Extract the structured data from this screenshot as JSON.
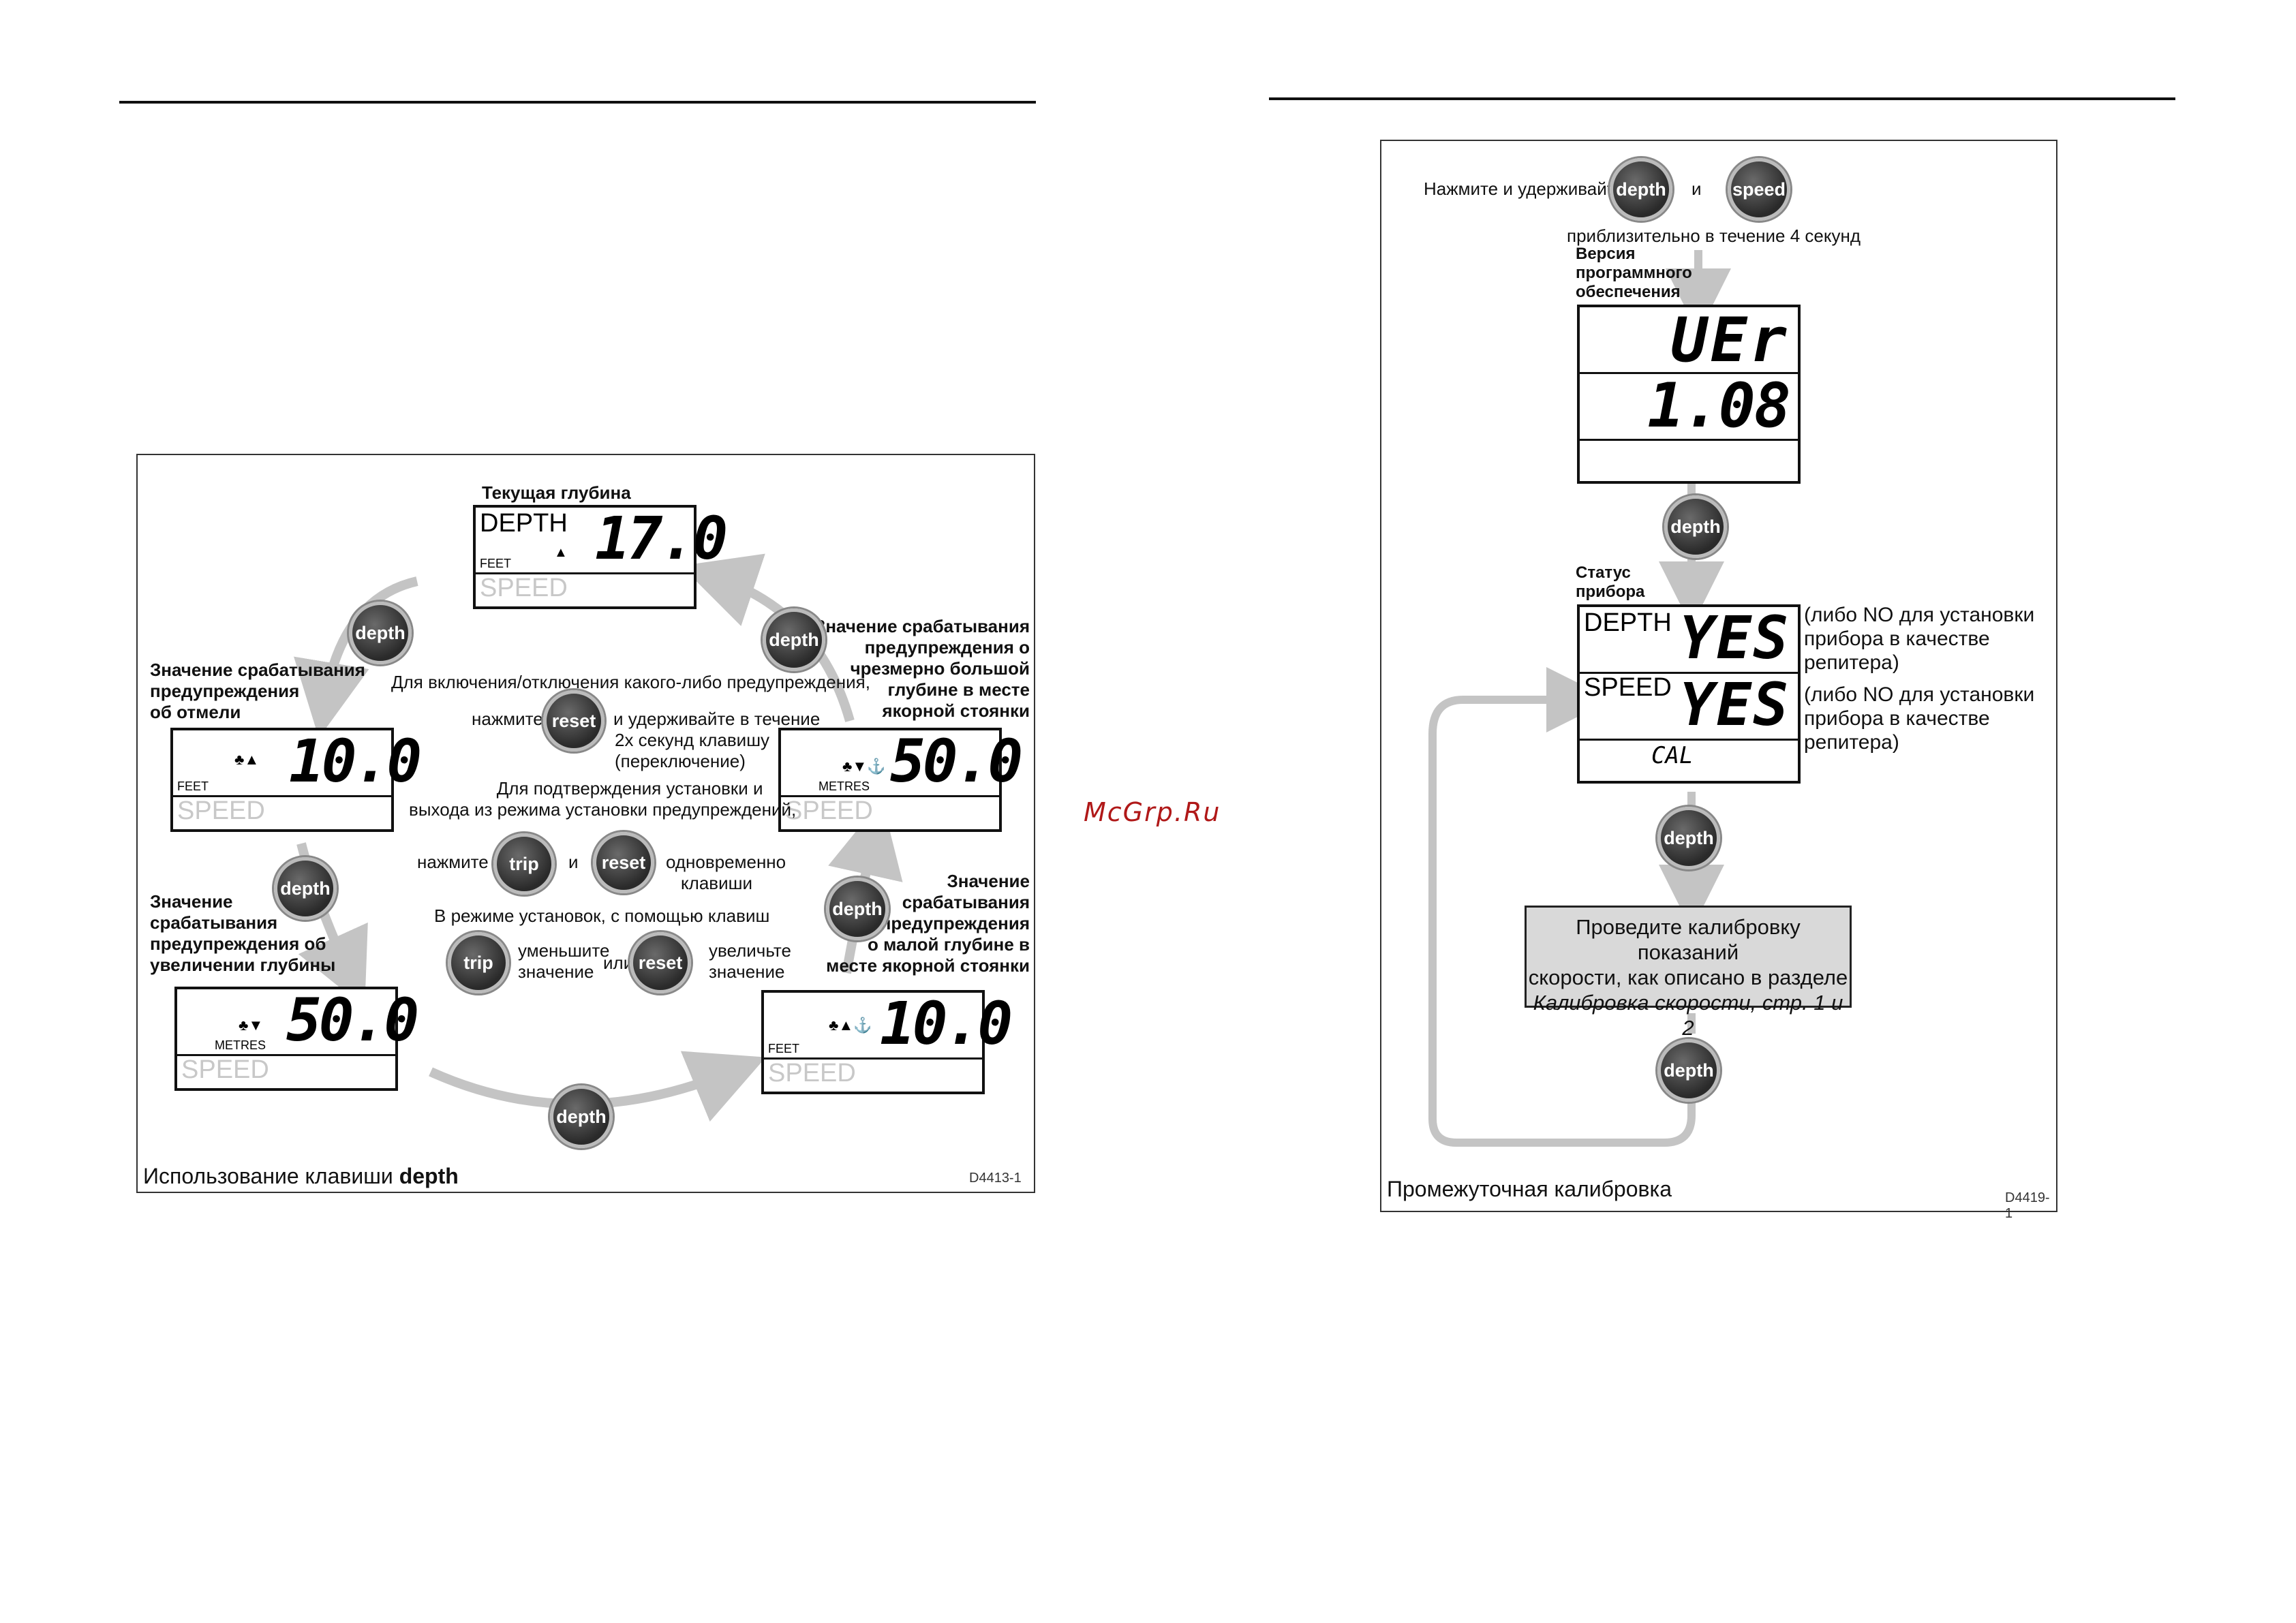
{
  "watermark": "McGrp.Ru",
  "left_figure": {
    "top_label": "Текущая глубина",
    "top_display": {
      "word": "DEPTH",
      "unit": "FEET",
      "value": "17.0",
      "speed_ghost": "SPEED"
    },
    "shallow_label": [
      "Значение срабатывания",
      "предупреждения",
      "об отмели"
    ],
    "shallow_display": {
      "unit": "FEET",
      "value": "10.0",
      "speed_ghost": "SPEED"
    },
    "deep_label": [
      "Значение",
      "срабатывания",
      "предупреждения об",
      "увеличении глубины"
    ],
    "deep_display": {
      "unit": "METRES",
      "value": "50.0",
      "speed_ghost": "SPEED"
    },
    "anchor_deep_label": [
      "Значение срабатывания",
      "предупреждения о",
      "чрезмерно большой",
      "глубине в месте",
      "якорной стоянки"
    ],
    "anchor_deep_display": {
      "unit": "METRES",
      "value": "50.0",
      "speed_ghost": "SPEED"
    },
    "anchor_shallow_label": [
      "Значение",
      "срабатывания",
      "предупреждения",
      "о малой глубине в",
      "месте якорной стоянки"
    ],
    "anchor_shallow_display": {
      "unit": "FEET",
      "value": "10.0",
      "speed_ghost": "SPEED"
    },
    "center": {
      "line1": "Для включения/отключения какого-либо предупреждения,",
      "press": "нажмите",
      "hold": [
        "и удерживайте в течение",
        "2х секунд клавишу",
        "(переключение)"
      ],
      "confirm": [
        "Для подтверждения установки и",
        "выхода из режима установки предупреждений,"
      ],
      "press2": "нажмите",
      "and": "и",
      "simultaneously": [
        "одновременно",
        "клавиши"
      ],
      "in_mode": "В режиме установок, с помощью клавиш",
      "decrease": [
        "уменьшите",
        "значение"
      ],
      "or": "или",
      "increase": [
        "увеличьте",
        "значение"
      ]
    },
    "buttons": {
      "depth": "depth",
      "reset": "reset",
      "trip": "trip"
    },
    "caption_prefix": "Использование клавиши ",
    "caption_bold": "depth",
    "code": "D4413-1"
  },
  "right_figure": {
    "press_hold": "Нажмите и удерживайте",
    "and": "и",
    "approx": "приблизительно в течение 4 секунд",
    "version_label": [
      "Версия",
      "программного",
      "обеспечения"
    ],
    "version_display": {
      "line1": "UEr",
      "line2": "1.08"
    },
    "status_label": [
      "Статус",
      "прибора"
    ],
    "status_display": {
      "depth_word": "DEPTH",
      "depth_val": "YES",
      "speed_word": "SPEED",
      "speed_val": "YES",
      "small": "CAL"
    },
    "note1": [
      "(либо NO для установки",
      "прибора в качестве",
      "репитера)"
    ],
    "note2": [
      "(либо NO для установки",
      "прибора в качестве",
      "репитера)"
    ],
    "calib_box": [
      "Проведите калибровку показаний",
      "скорости, как описано в разделе",
      "Калибровка скорости, стр. 1 и 2"
    ],
    "buttons": {
      "depth": "depth",
      "speed": "speed"
    },
    "caption": "Промежуточная калибровка",
    "code": "D4419-1"
  }
}
